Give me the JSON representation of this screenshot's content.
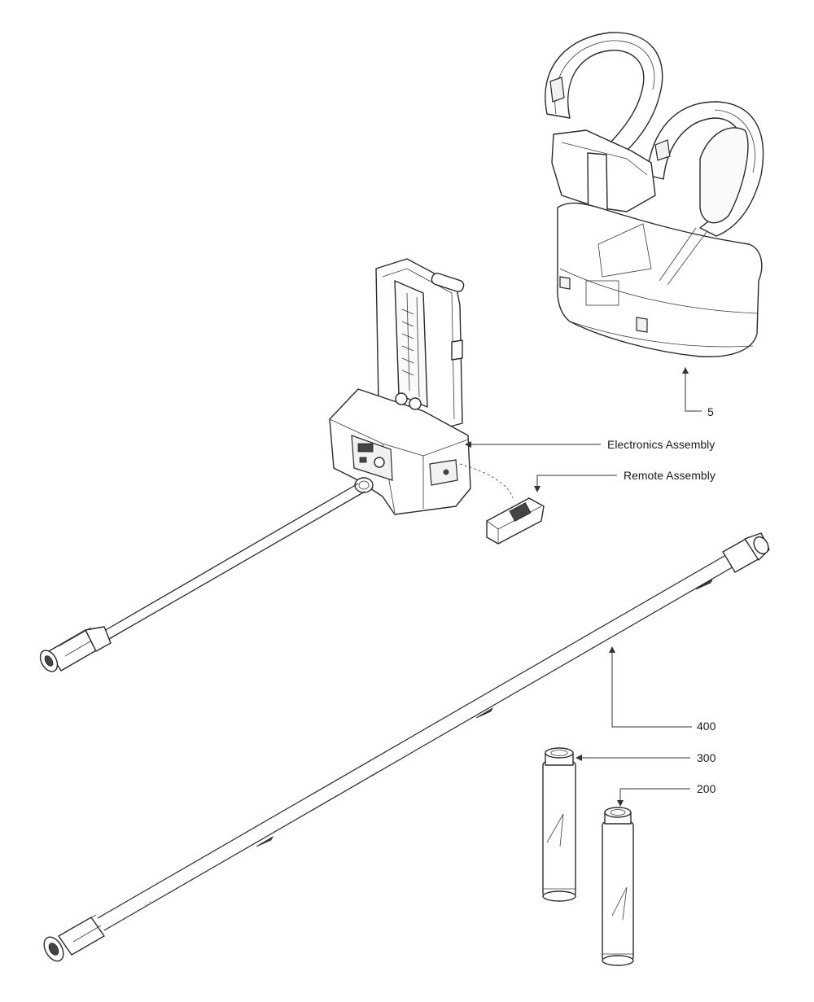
{
  "callouts": {
    "harness": "5",
    "electronics": "Electronics Assembly",
    "remote": "Remote Assembly",
    "pole_long": "400",
    "pole_medium": "300",
    "pole_short": "200"
  },
  "colors": {
    "line": "#2a2a2a",
    "background": "#ffffff"
  }
}
